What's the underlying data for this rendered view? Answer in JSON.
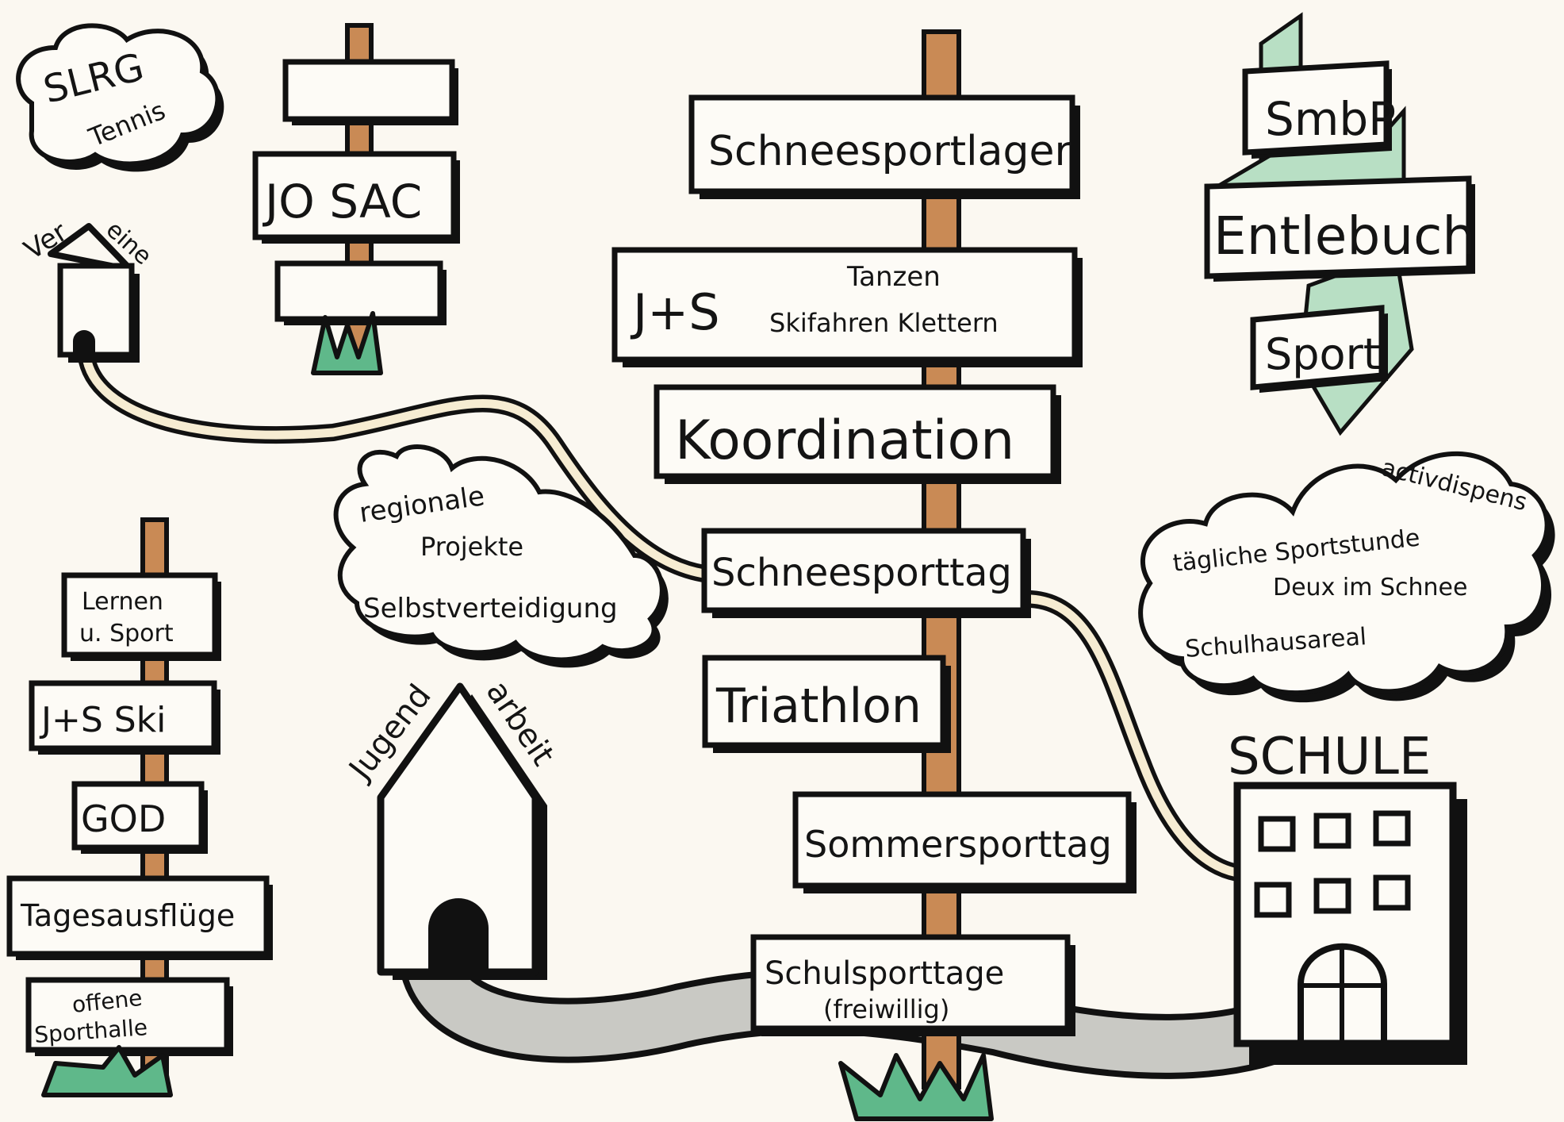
{
  "clouds": {
    "top_left": {
      "line1": "SLRG",
      "line2": "Tennis"
    },
    "middle": {
      "line1": "regionale",
      "line2": "Projekte",
      "line3": "Selbstverteidigung"
    },
    "right": {
      "line1": "activdispens",
      "line2": "tägliche Sportstunde",
      "line3": "Deux im Schnee",
      "line4": "Schulhausareal"
    }
  },
  "vereine_house": {
    "label_left": "Ver",
    "label_right": "eine"
  },
  "jo_sign": {
    "middle_board": "JO SAC"
  },
  "main_signpost": {
    "boards": [
      "Schneesportlager",
      "J+S",
      "Tanzen",
      "Skifahren Klettern",
      "Koordination",
      "Schneesporttag",
      "Triathlon",
      "Sommersporttag",
      "Schulsporttage",
      "(freiwillig)"
    ]
  },
  "left_signpost": {
    "boards": [
      "Lernen",
      "u. Sport",
      "J+S Ski",
      "GOD",
      "Tagesausflüge",
      "offene",
      "Sporthalle"
    ]
  },
  "jugendarbeit_house": {
    "label_left": "Jugend",
    "label_right": "arbeit"
  },
  "banner": {
    "top": "SmbP",
    "middle": "Entlebuch",
    "bottom": "Sport"
  },
  "school": {
    "label": "SCHULE"
  },
  "colors": {
    "paper": "#fbf8f1",
    "ink": "#111111",
    "pole": "#c98a55",
    "grass": "#5fb88a",
    "ribbon": "#b8dfc4",
    "road": "#c9c9c4"
  }
}
